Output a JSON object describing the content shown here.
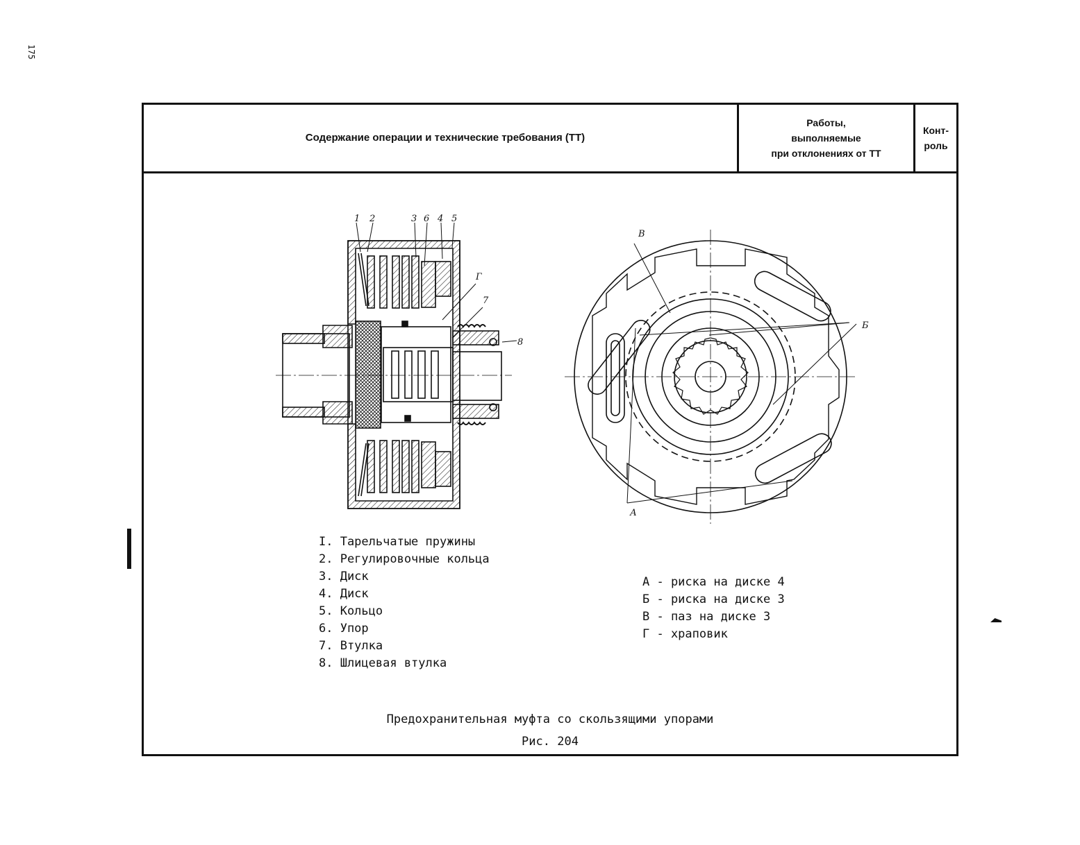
{
  "page": {
    "number": "175"
  },
  "header": {
    "col_content": "Содержание операции и технические требования (ТТ)",
    "col_deviation": "Работы,\nвыполняемые\nпри отклонениях от ТТ",
    "col_control": "Конт-\nроль"
  },
  "figure": {
    "callouts_left": [
      "1",
      "2",
      "3",
      "6",
      "4",
      "5",
      "Г",
      "7",
      "8"
    ],
    "callouts_right": [
      "В",
      "Б",
      "А"
    ],
    "parts": [
      "I. Тарельчатые пружины",
      "2. Регулировочные кольца",
      "3. Диск",
      "4. Диск",
      "5. Кольцо",
      "6. Упор",
      "7. Втулка",
      "8. Шлицевая втулка"
    ],
    "marks": [
      "А - риска на диске 4",
      "Б - риска на диске 3",
      "В - паз на диске 3",
      "Г - храповик"
    ],
    "title": "Предохранительная муфта со скользящими упорами",
    "number": "Рис. 204"
  },
  "colors": {
    "ink": "#111111",
    "paper": "#ffffff"
  }
}
